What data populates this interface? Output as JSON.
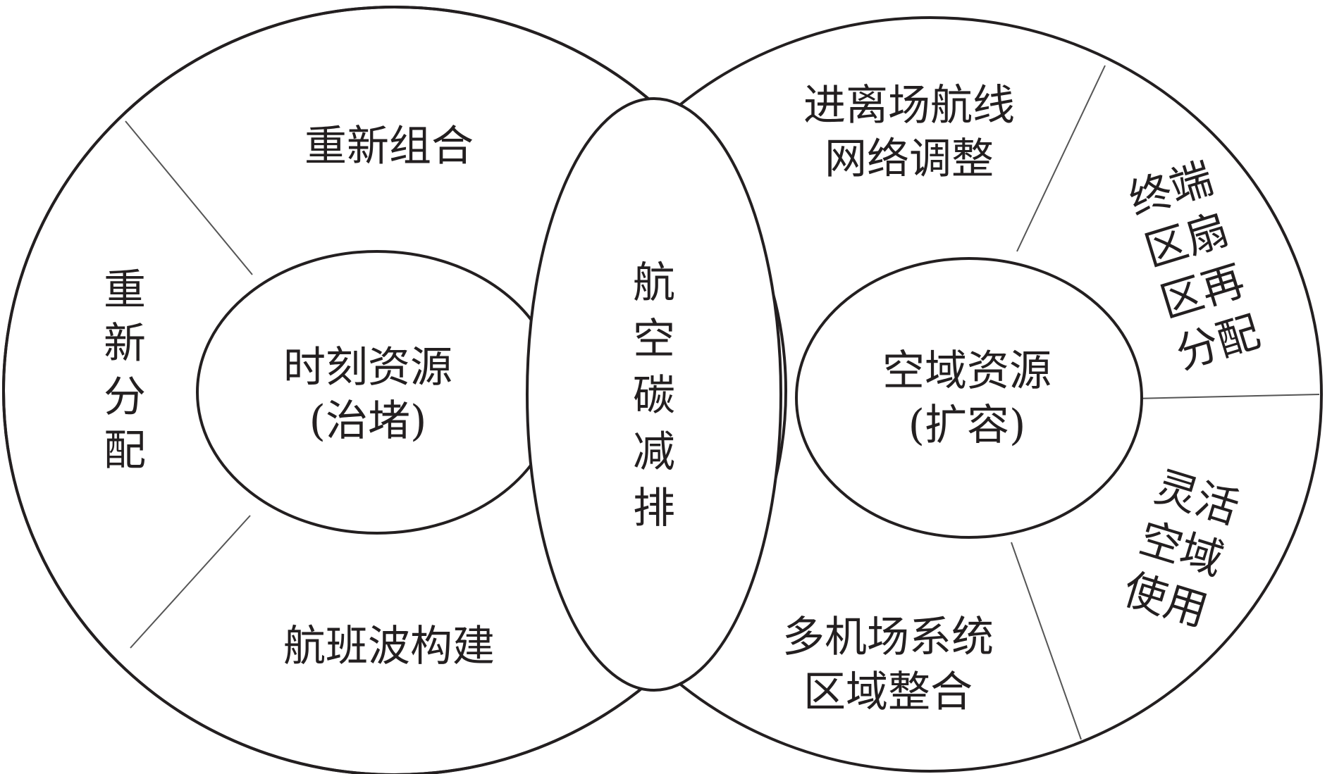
{
  "labels": {
    "left_top": "重新组合",
    "left_side": "重新分配",
    "left_bottom": "航班波构建",
    "left_core_line1": "时刻资源",
    "left_core_line2": "(治堵)",
    "center": "航空碳减排",
    "right_top_line1": "进离场航线",
    "right_top_line2": "网络调整",
    "right_upper_line1": "终端",
    "right_upper_line2": "区扇",
    "right_upper_line3": "区再",
    "right_upper_line4": "分配",
    "right_core_line1": "空域资源",
    "right_core_line2": "(扩容)",
    "right_lower_line1": "灵活",
    "right_lower_line2": "空域",
    "right_lower_line3": "使用",
    "right_bottom_line1": "多机场系统",
    "right_bottom_line2": "区域整合"
  }
}
